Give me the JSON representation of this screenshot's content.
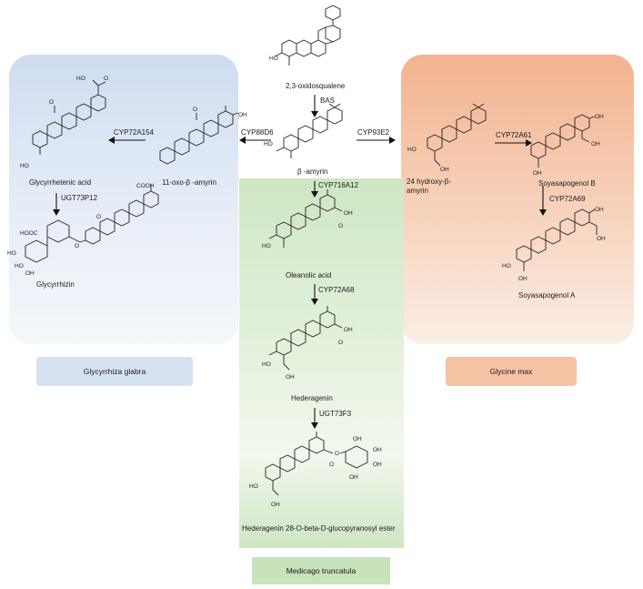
{
  "compounds": {
    "oxidosqualene": "2,3-oxidosqualene",
    "beta_amyrin": "β -amyrin",
    "oxo_amyrin": "11-oxo-β -amyrin",
    "glycyrrhetenic": "Glycyrrhetenic acid",
    "glycyrrhizin": "Glycyrrhizin",
    "hydroxy_amyrin_l1": "24 hydroxy-β-",
    "hydroxy_amyrin_l2": "amyrin",
    "soya_b": "Soyasapogenol B",
    "soya_a": "Soyasapogenol A",
    "oleanolic": "Oleanolic acid",
    "hederagenin": "Hederagenin",
    "hed_ester": "Hederagenin 28-O-beta-D-glucopyranosyl ester"
  },
  "enzymes": {
    "bas": "BAS",
    "cyp88d6": "CYP88D6",
    "cyp72a154": "CYP72A154",
    "ugt73p12": "UGT73P12",
    "cyp93e2": "CYP93E2",
    "cyp72a61": "CYP72A61",
    "cyp72a69": "CYP72A69",
    "cyp716a12": "CYP716A12",
    "cyp72a68": "CYP72A68",
    "ugt73f3": "UGT73F3"
  },
  "species": {
    "left": "Glycyrrhiza glabra",
    "right": "Glycine max",
    "middle": "Medicago truncatula"
  },
  "colors": {
    "licorice_panel": "#d6e2f2",
    "soybean_panel": "#f6c2a4",
    "medicago_panel": "#c8e2bb"
  }
}
